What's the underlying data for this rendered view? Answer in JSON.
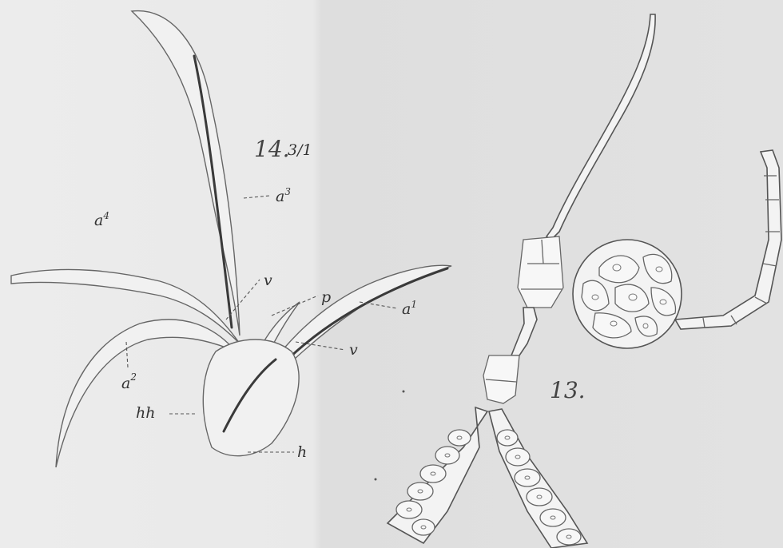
{
  "figure_left": {
    "number": "14.",
    "magnification": "3/1",
    "labels": {
      "a1": "a",
      "a1_sup": "1",
      "a2": "a",
      "a2_sup": "2",
      "a3": "a",
      "a3_sup": "3",
      "a4": "a",
      "a4_sup": "4",
      "v_upper": "v",
      "v_right": "v",
      "p": "p",
      "hh": "hh",
      "h": "h"
    }
  },
  "figure_right": {
    "number": "13."
  },
  "colors": {
    "paper": "#e6e6e6",
    "ink": "#333333"
  }
}
